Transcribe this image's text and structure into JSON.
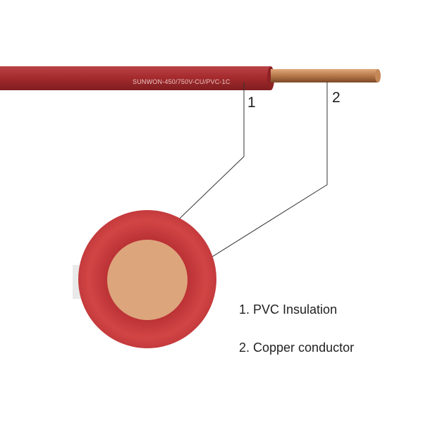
{
  "colors": {
    "insulation": "#a62b2d",
    "insulation_cross_section": "#d24545",
    "copper": "#b6784a",
    "copper_cross_section": "#dda57c",
    "leader_line": "#333333",
    "legend_text": "#222222"
  },
  "cable": {
    "printed_marking": "SUNWON-450/750V-CU/PVC-1C"
  },
  "callouts": [
    {
      "number": "1",
      "part": "insulation"
    },
    {
      "number": "2",
      "part": "conductor"
    }
  ],
  "legend": [
    {
      "text": "1. PVC Insulation"
    },
    {
      "text": "2. Copper conductor"
    }
  ]
}
